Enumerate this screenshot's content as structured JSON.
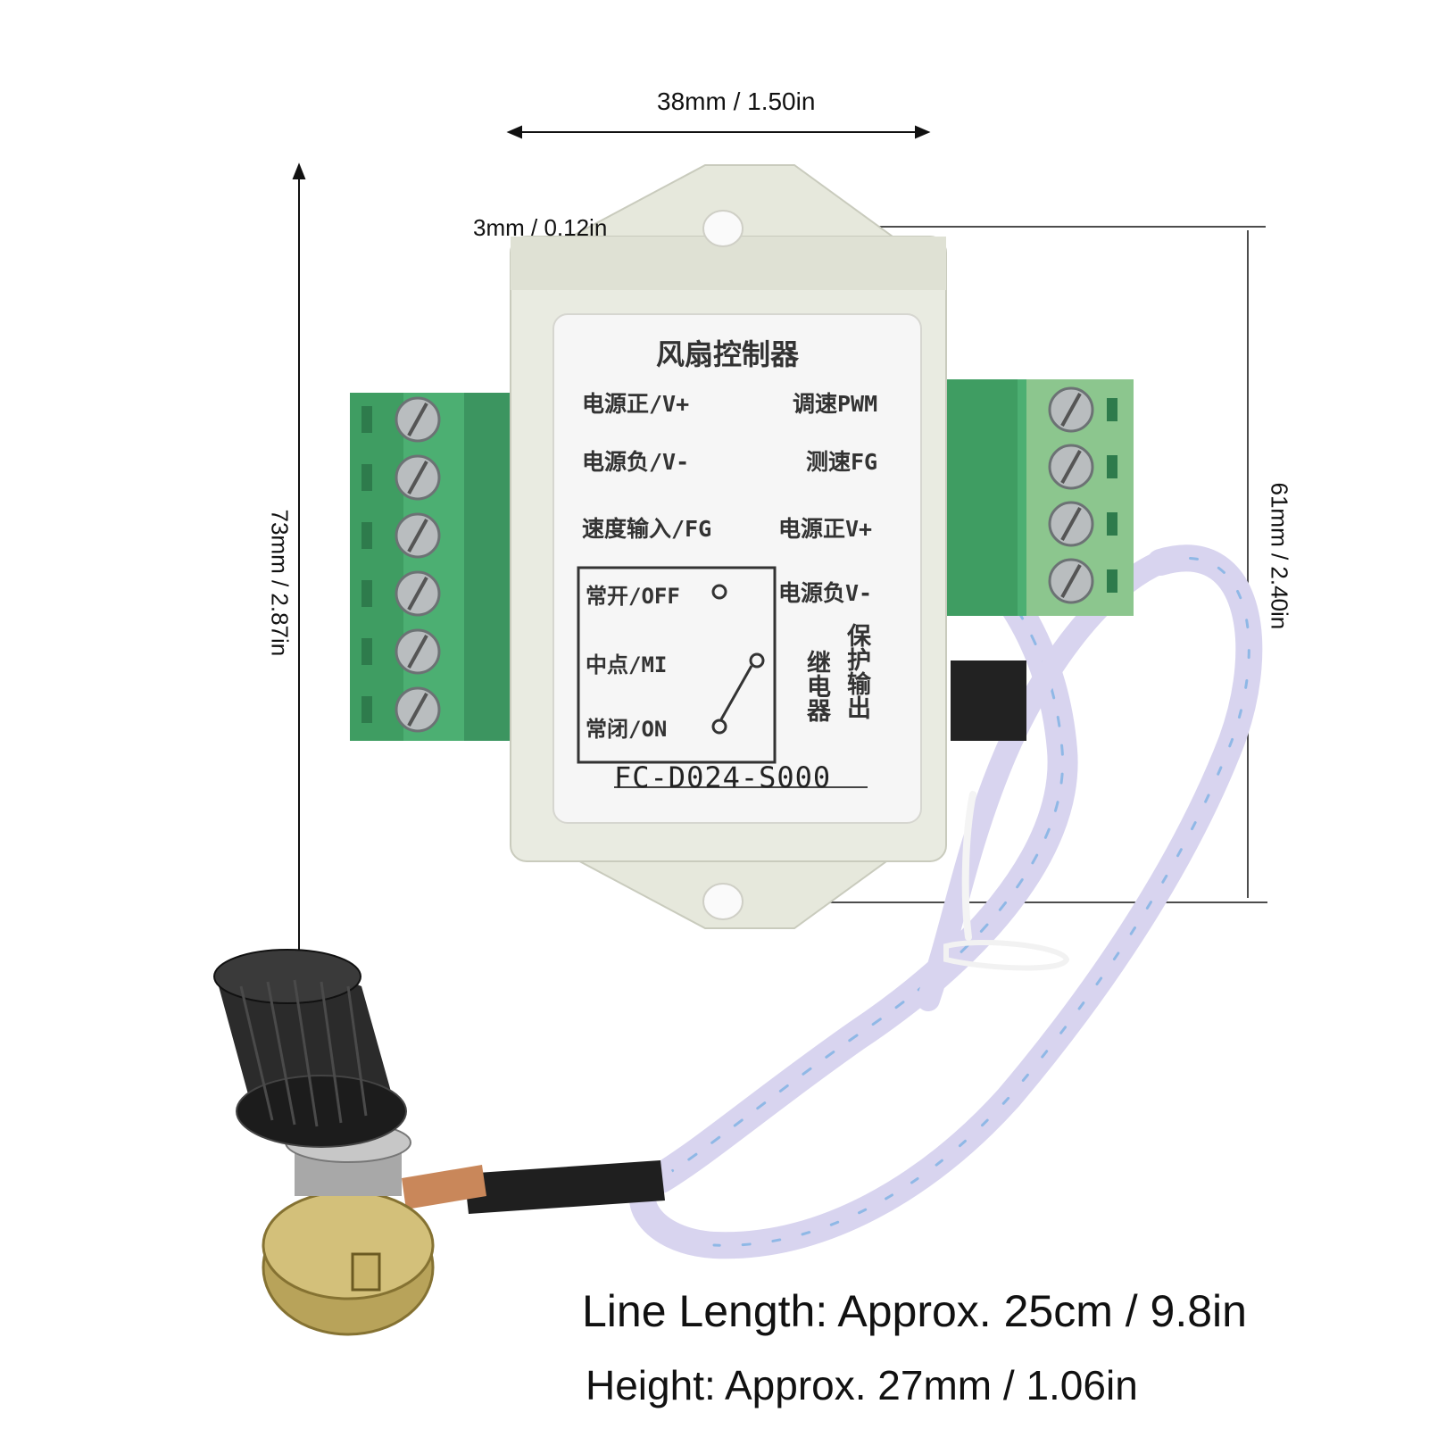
{
  "dimensions": {
    "width_label": "38mm / 1.50in",
    "hole_label": "3mm / 0.12in",
    "height_label": "73mm / 2.87in",
    "hole_spacing_label": "61mm / 2.40in"
  },
  "captions": {
    "line_length": "Line Length: Approx. 25cm / 9.8in",
    "height": "Height: Approx. 27mm / 1.06in"
  },
  "device": {
    "title": "风扇控制器",
    "left_terminals": [
      "电源正/V+",
      "电源负/V-",
      "速度输入/FG"
    ],
    "right_terminals": [
      "调速PWM",
      "测速FG",
      "电源正V+",
      "电源负V-"
    ],
    "relay_states": [
      "常开/OFF",
      "中点/MI",
      "常闭/ON"
    ],
    "relay_label_1": "继电器",
    "relay_label_2": "保护输出",
    "model": "FC-D024-S000"
  },
  "colors": {
    "terminal_green": "#4caf72",
    "housing": "#e9ebe1",
    "label_face": "#f6f6f6",
    "wire": "#d6d2ee",
    "knob": "#2b2b2b"
  }
}
